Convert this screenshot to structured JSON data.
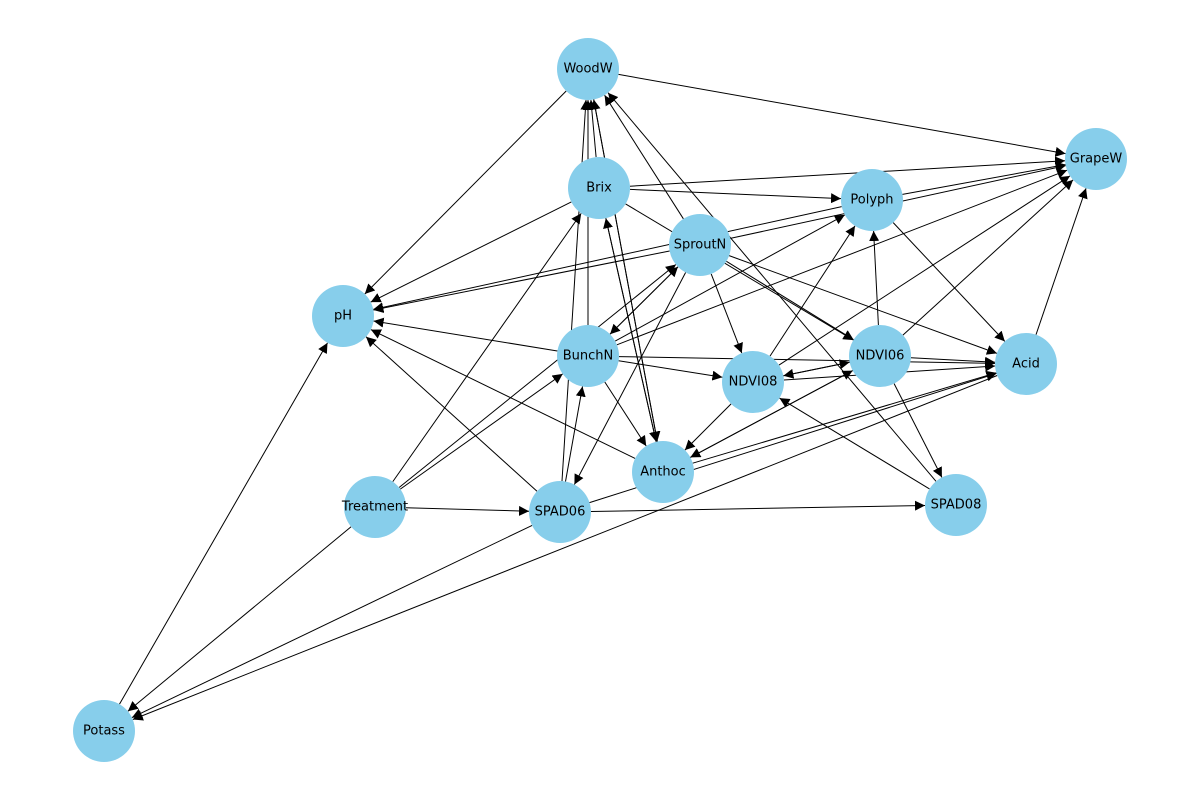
{
  "colors": {
    "node_fill": "#87ceeb",
    "edge": "#000000"
  },
  "nodes": [
    {
      "id": "WoodW",
      "label": "WoodW"
    },
    {
      "id": "GrapeW",
      "label": "GrapeW"
    },
    {
      "id": "Brix",
      "label": "Brix"
    },
    {
      "id": "Polyph",
      "label": "Polyph"
    },
    {
      "id": "SproutN",
      "label": "SproutN"
    },
    {
      "id": "pH",
      "label": "pH"
    },
    {
      "id": "BunchN",
      "label": "BunchN"
    },
    {
      "id": "NDVI06",
      "label": "NDVI06"
    },
    {
      "id": "Acid",
      "label": "Acid"
    },
    {
      "id": "NDVI08",
      "label": "NDVI08"
    },
    {
      "id": "Anthoc",
      "label": "Anthoc"
    },
    {
      "id": "Treatment",
      "label": "Treatment"
    },
    {
      "id": "SPAD06",
      "label": "SPAD06"
    },
    {
      "id": "SPAD08",
      "label": "SPAD08"
    },
    {
      "id": "Potass",
      "label": "Potass"
    }
  ],
  "edges": [
    {
      "source": "WoodW",
      "target": "GrapeW"
    },
    {
      "source": "WoodW",
      "target": "pH"
    },
    {
      "source": "WoodW",
      "target": "Anthoc"
    },
    {
      "source": "Brix",
      "target": "WoodW"
    },
    {
      "source": "Brix",
      "target": "GrapeW"
    },
    {
      "source": "Brix",
      "target": "Polyph"
    },
    {
      "source": "Brix",
      "target": "pH"
    },
    {
      "source": "Brix",
      "target": "Anthoc"
    },
    {
      "source": "Brix",
      "target": "NDVI06"
    },
    {
      "source": "SproutN",
      "target": "WoodW"
    },
    {
      "source": "SproutN",
      "target": "GrapeW"
    },
    {
      "source": "SproutN",
      "target": "pH"
    },
    {
      "source": "SproutN",
      "target": "BunchN"
    },
    {
      "source": "SproutN",
      "target": "Acid"
    },
    {
      "source": "SproutN",
      "target": "NDVI08"
    },
    {
      "source": "SproutN",
      "target": "SPAD06"
    },
    {
      "source": "SproutN",
      "target": "NDVI06"
    },
    {
      "source": "Polyph",
      "target": "GrapeW"
    },
    {
      "source": "Polyph",
      "target": "pH"
    },
    {
      "source": "Polyph",
      "target": "Acid"
    },
    {
      "source": "BunchN",
      "target": "WoodW"
    },
    {
      "source": "BunchN",
      "target": "GrapeW"
    },
    {
      "source": "BunchN",
      "target": "Polyph"
    },
    {
      "source": "BunchN",
      "target": "SproutN"
    },
    {
      "source": "BunchN",
      "target": "pH"
    },
    {
      "source": "BunchN",
      "target": "Acid"
    },
    {
      "source": "BunchN",
      "target": "Anthoc"
    },
    {
      "source": "BunchN",
      "target": "NDVI08"
    },
    {
      "source": "NDVI06",
      "target": "GrapeW"
    },
    {
      "source": "NDVI06",
      "target": "Polyph"
    },
    {
      "source": "NDVI06",
      "target": "Acid"
    },
    {
      "source": "NDVI06",
      "target": "NDVI08"
    },
    {
      "source": "NDVI06",
      "target": "SPAD08"
    },
    {
      "source": "NDVI06",
      "target": "Anthoc"
    },
    {
      "source": "NDVI08",
      "target": "GrapeW"
    },
    {
      "source": "NDVI08",
      "target": "Polyph"
    },
    {
      "source": "NDVI08",
      "target": "Acid"
    },
    {
      "source": "NDVI08",
      "target": "NDVI06"
    },
    {
      "source": "NDVI08",
      "target": "Anthoc"
    },
    {
      "source": "Acid",
      "target": "GrapeW"
    },
    {
      "source": "Anthoc",
      "target": "WoodW"
    },
    {
      "source": "Anthoc",
      "target": "Brix"
    },
    {
      "source": "Anthoc",
      "target": "pH"
    },
    {
      "source": "Anthoc",
      "target": "Acid"
    },
    {
      "source": "Anthoc",
      "target": "NDVI06"
    },
    {
      "source": "Treatment",
      "target": "Brix"
    },
    {
      "source": "Treatment",
      "target": "SproutN"
    },
    {
      "source": "Treatment",
      "target": "BunchN"
    },
    {
      "source": "Treatment",
      "target": "SPAD06"
    },
    {
      "source": "Treatment",
      "target": "Potass"
    },
    {
      "source": "SPAD06",
      "target": "WoodW"
    },
    {
      "source": "SPAD06",
      "target": "pH"
    },
    {
      "source": "SPAD06",
      "target": "Acid"
    },
    {
      "source": "SPAD06",
      "target": "SPAD08"
    },
    {
      "source": "SPAD06",
      "target": "Potass"
    },
    {
      "source": "SPAD06",
      "target": "BunchN"
    },
    {
      "source": "SPAD08",
      "target": "WoodW"
    },
    {
      "source": "SPAD08",
      "target": "NDVI08"
    },
    {
      "source": "Potass",
      "target": "pH"
    },
    {
      "source": "Acid",
      "target": "Potass"
    }
  ]
}
